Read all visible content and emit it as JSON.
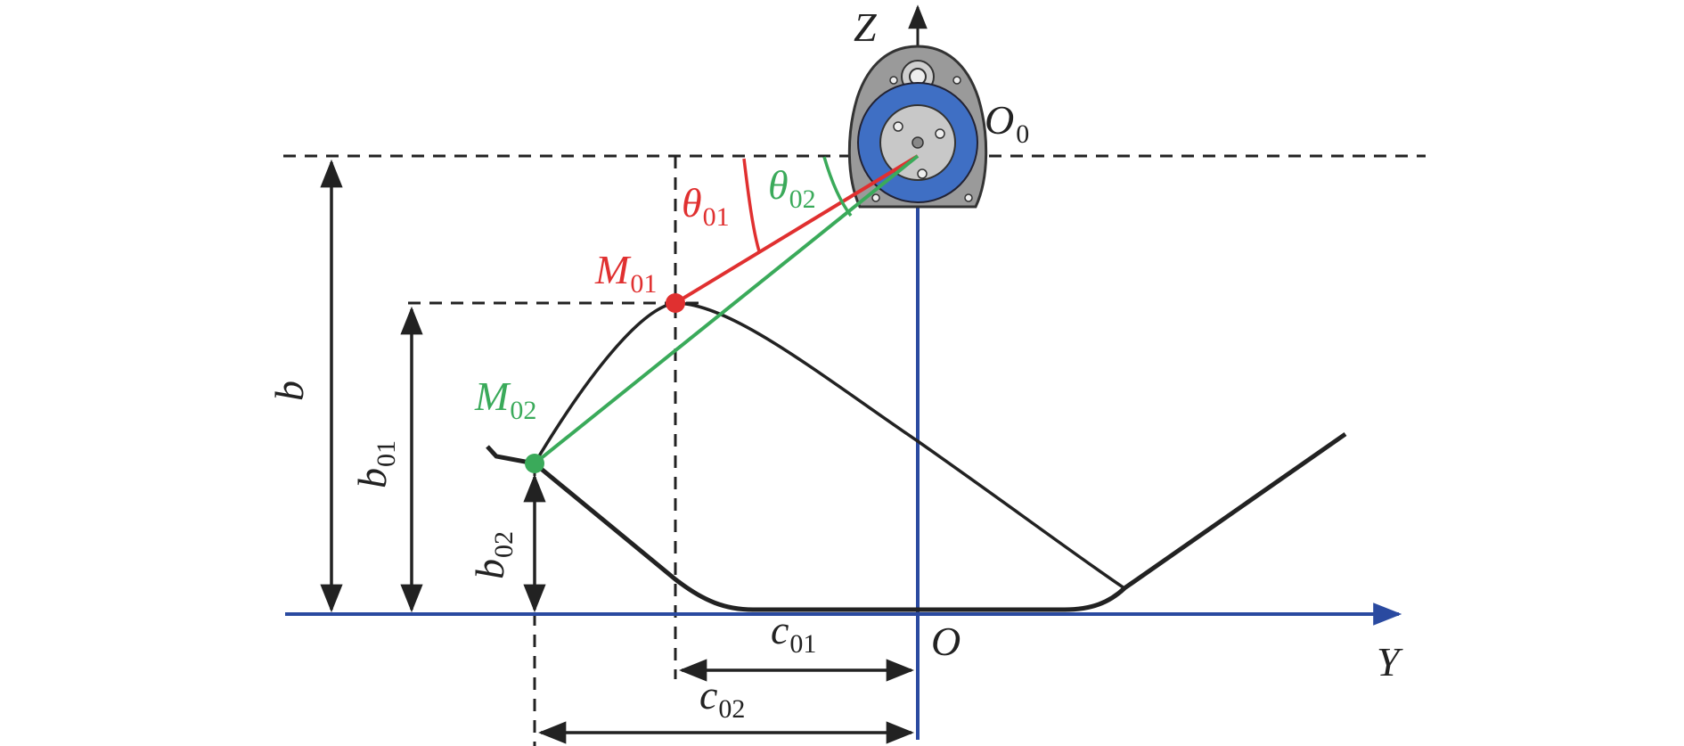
{
  "colors": {
    "axis": "#2a4aa0",
    "line": "#222222",
    "m01": "#e03030",
    "m02": "#3aaa5a",
    "device_blue": "#3f6fc4",
    "device_gray": "#8a8a8a"
  },
  "labels": {
    "z_axis": {
      "main": "Z",
      "sub": ""
    },
    "y_axis": {
      "main": "Y",
      "sub": ""
    },
    "origin": {
      "main": "O",
      "sub": ""
    },
    "o0": {
      "main": "O",
      "sub": "0"
    },
    "theta01": {
      "main": "θ",
      "sub": "01"
    },
    "theta02": {
      "main": "θ",
      "sub": "02"
    },
    "m01": {
      "main": "M",
      "sub": "01"
    },
    "m02": {
      "main": "M",
      "sub": "02"
    },
    "b": {
      "main": "b",
      "sub": ""
    },
    "b01": {
      "main": "b",
      "sub": "01"
    },
    "b02": {
      "main": "b",
      "sub": "02"
    },
    "c01": {
      "main": "c",
      "sub": "01"
    },
    "c02": {
      "main": "c",
      "sub": "02"
    }
  }
}
